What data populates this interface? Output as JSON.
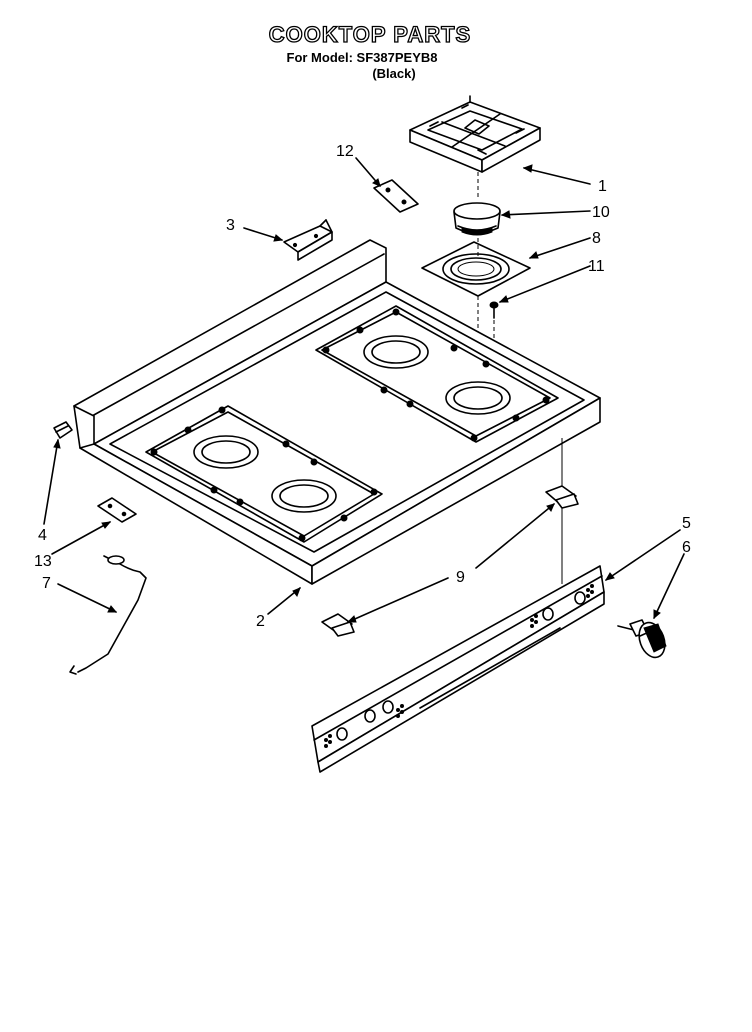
{
  "title": "COOKTOP PARTS",
  "model_line": "For Model: SF387PEYB8",
  "variant_line": "(Black)",
  "callouts": {
    "p1": "1",
    "p2": "2",
    "p3": "3",
    "p4": "4",
    "p5": "5",
    "p6": "6",
    "p7": "7",
    "p8": "8",
    "p9": "9",
    "p10": "10",
    "p11": "11",
    "p12": "12",
    "p13": "13"
  }
}
